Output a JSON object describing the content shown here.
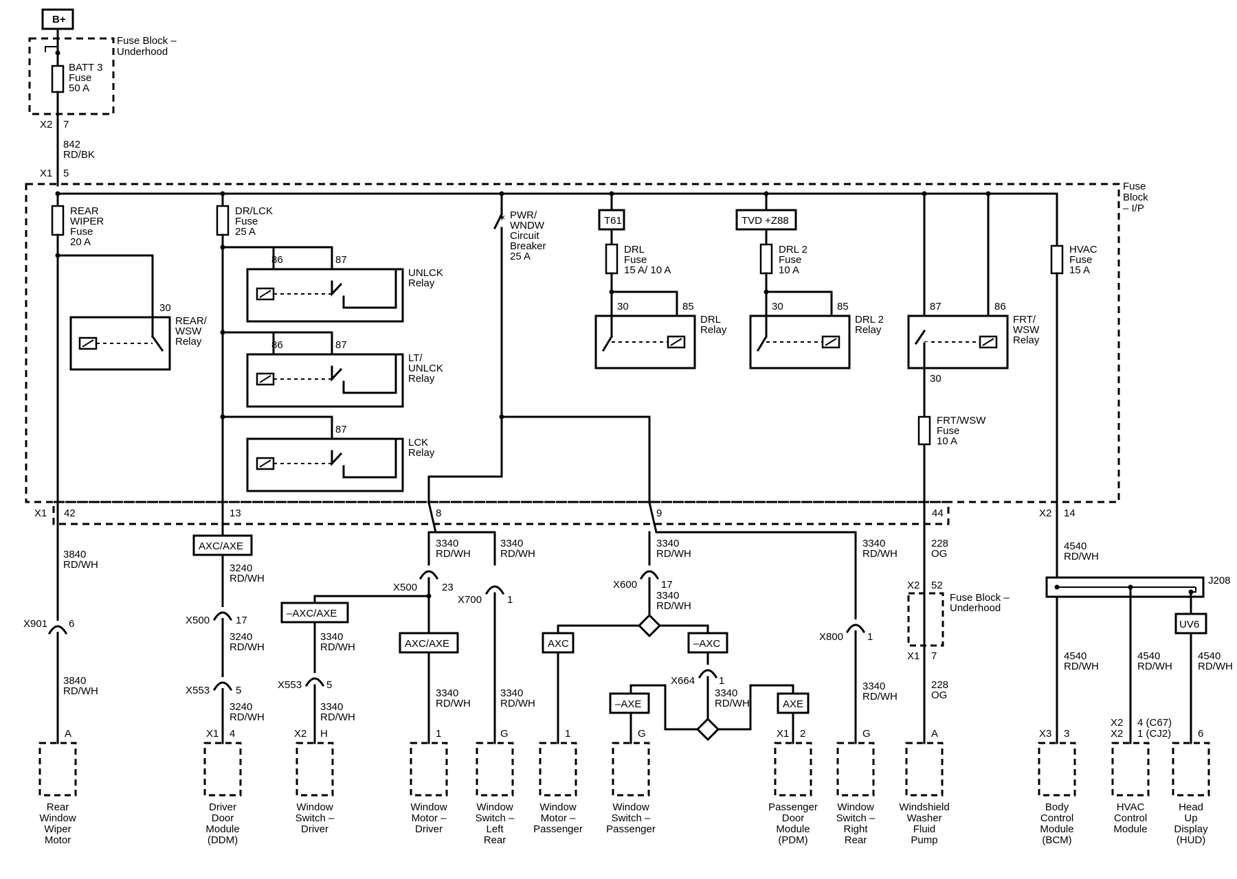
{
  "source": "B+",
  "underhood_fuse_block": {
    "label": [
      "Fuse Block –",
      "Underhood"
    ],
    "fuse": [
      "BATT 3",
      "Fuse",
      "50 A"
    ],
    "pin_top": [
      "X2",
      "7"
    ]
  },
  "feed_wire": [
    "842",
    "RD/BK"
  ],
  "ip_fuse_block": {
    "label": [
      "Fuse",
      "Block",
      "– I/P"
    ],
    "pin": [
      "X1",
      "5"
    ]
  },
  "fuses": {
    "rear_wiper": [
      "REAR",
      "WIPER",
      "Fuse",
      "20 A"
    ],
    "dr_lck": [
      "DR/LCK",
      "Fuse",
      "25 A"
    ],
    "pwr_wndw": [
      "PWR/",
      "WNDW",
      "Circuit",
      "Breaker",
      "25 A"
    ],
    "drl": [
      "DRL",
      "Fuse",
      "15 A/ 10 A"
    ],
    "drl2": [
      "DRL 2",
      "Fuse",
      "10 A"
    ],
    "hvac": [
      "HVAC",
      "Fuse",
      "15 A"
    ],
    "frt_wsw": [
      "FRT/WSW",
      "Fuse",
      "10 A"
    ]
  },
  "options": {
    "t61": "T61",
    "tvd": "TVD +Z88",
    "axc_axe": "AXC/AXE",
    "neg_axc_axe": "–AXC/AXE",
    "axc": "AXC",
    "neg_axc": "–AXC",
    "neg_axe": "–AXE",
    "axe": "AXE",
    "uv6": "UV6"
  },
  "relays": {
    "rear_wsw": {
      "label": [
        "REAR/",
        "WSW",
        "Relay"
      ],
      "pin": "30"
    },
    "unlck": {
      "label": [
        "UNLCK",
        "Relay"
      ],
      "pins": [
        "86",
        "87"
      ]
    },
    "lt_unlck": {
      "label": [
        "LT/",
        "UNLCK",
        "Relay"
      ],
      "pins": [
        "86",
        "87"
      ]
    },
    "lck": {
      "label": [
        "LCK",
        "Relay"
      ],
      "pins": [
        "87"
      ]
    },
    "drl": {
      "label": [
        "DRL",
        "Relay"
      ],
      "pins": [
        "30",
        "85"
      ]
    },
    "drl2": {
      "label": [
        "DRL 2",
        "Relay"
      ],
      "pins": [
        "30",
        "85"
      ]
    },
    "frt_wsw": {
      "label": [
        "FRT/",
        "WSW",
        "Relay"
      ],
      "pins": [
        "87",
        "86",
        "30"
      ]
    }
  },
  "ip_pins": {
    "x1": "X1",
    "p42": "42",
    "p13": "13",
    "p8": "8",
    "p9": "9",
    "p44": "44",
    "x2": "X2",
    "p14": "14"
  },
  "wires": {
    "w3840a": [
      "3840",
      "RD/WH"
    ],
    "w3840b": [
      "3840",
      "RD/WH"
    ],
    "w3240a": [
      "3240",
      "RD/WH"
    ],
    "w3240b": [
      "3240",
      "RD/WH"
    ],
    "w3240c": [
      "3240",
      "RD/WH"
    ],
    "w3340_8": [
      "3340",
      "RD/WH"
    ],
    "w3340_700": [
      "3340",
      "RD/WH"
    ],
    "w3340_9": [
      "3340",
      "RD/WH"
    ],
    "w3340_800": [
      "3340",
      "RD/WH"
    ],
    "w3340_600": [
      "3340",
      "RD/WH"
    ],
    "w3340_xl": [
      "3340",
      "RD/WH"
    ],
    "w3340_x553": [
      "3340",
      "RD/WH"
    ],
    "w3340_x553b": [
      "3340",
      "RD/WH"
    ],
    "w3340_wmd": [
      "3340",
      "RD/WH"
    ],
    "w3340_wslr": [
      "3340",
      "RD/WH"
    ],
    "w3340_664": [
      "3340",
      "RD/WH"
    ],
    "w3340_wsrr": [
      "3340",
      "RD/WH"
    ],
    "w228a": [
      "228",
      "OG"
    ],
    "w228b": [
      "228",
      "OG"
    ],
    "w4540a": [
      "4540",
      "RD/WH"
    ],
    "w4540b": [
      "4540",
      "RD/WH"
    ],
    "w4540c": [
      "4540",
      "RD/WH"
    ],
    "w4540d": [
      "4540",
      "RD/WH"
    ]
  },
  "connectors": {
    "x901": [
      "X901",
      "6"
    ],
    "x500a": [
      "X500",
      "17"
    ],
    "x553a": [
      "X553",
      "5"
    ],
    "x553b": [
      "X553",
      "5"
    ],
    "x500b": [
      "X500",
      "23"
    ],
    "x700": [
      "X700",
      "1"
    ],
    "x600": [
      "X600",
      "17"
    ],
    "x664": [
      "X664",
      "1"
    ],
    "x800": [
      "X800",
      "1"
    ],
    "uh_x2": [
      "X2",
      "52"
    ],
    "uh_x1": [
      "X1",
      "7"
    ],
    "j208": "J208"
  },
  "underhood2_label": [
    "Fuse Block –",
    "Underhood"
  ],
  "components": [
    {
      "pin": [
        "",
        "A"
      ],
      "name": [
        "Rear",
        "Window",
        "Wiper",
        "Motor"
      ]
    },
    {
      "pin": [
        "X1",
        "4"
      ],
      "name": [
        "Driver",
        "Door",
        "Module",
        "(DDM)"
      ]
    },
    {
      "pin": [
        "X2",
        "H"
      ],
      "name": [
        "Window",
        "Switch –",
        "Driver"
      ]
    },
    {
      "pin": [
        "",
        "1"
      ],
      "name": [
        "Window",
        "Motor –",
        "Driver"
      ]
    },
    {
      "pin": [
        "",
        "G"
      ],
      "name": [
        "Window",
        "Switch –",
        "Left",
        "Rear"
      ]
    },
    {
      "pin": [
        "",
        "1"
      ],
      "name": [
        "Window",
        "Motor –",
        "Passenger"
      ]
    },
    {
      "pin": [
        "",
        "G"
      ],
      "name": [
        "Window",
        "Switch –",
        "Passenger"
      ]
    },
    {
      "pin": [
        "X1",
        "2"
      ],
      "name": [
        "Passenger",
        "Door",
        "Module",
        "(PDM)"
      ]
    },
    {
      "pin": [
        "",
        "G"
      ],
      "name": [
        "Window",
        "Switch –",
        "Right",
        "Rear"
      ]
    },
    {
      "pin": [
        "",
        "A"
      ],
      "name": [
        "Windshield",
        "Washer",
        "Fluid",
        "Pump"
      ]
    },
    {
      "pin": [
        "X3",
        "3"
      ],
      "name": [
        "Body",
        "Control",
        "Module",
        "(BCM)"
      ]
    },
    {
      "pin": [
        "X2",
        "X2",
        "4 (C67)",
        "1 (CJ2)"
      ],
      "name": [
        "HVAC",
        "Control",
        "Module"
      ]
    },
    {
      "pin": [
        "",
        "6"
      ],
      "name": [
        "Head",
        "Up",
        "Display",
        "(HUD)"
      ]
    }
  ]
}
